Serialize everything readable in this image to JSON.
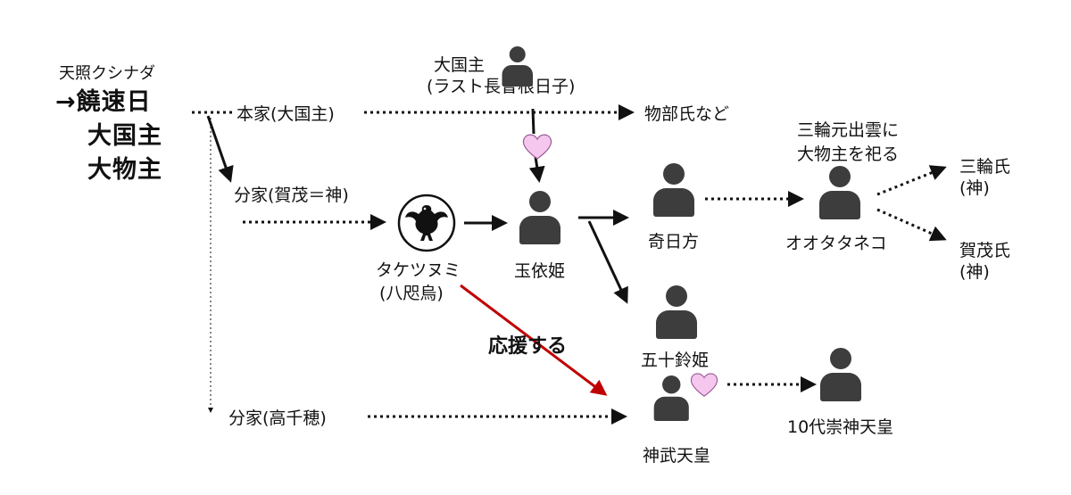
{
  "origin": {
    "line1": "天照クシナダ",
    "line2": "→饒速日",
    "line3": "大国主",
    "line4": "大物主"
  },
  "branches": {
    "main_house": "本家(大国主)",
    "kamo_house": "分家(賀茂＝神)",
    "takachiho_house": "分家(高千穂)",
    "mononobe": "物部氏など"
  },
  "people": {
    "okuninushi_name": "大国主",
    "okuninushi_alias": "(ラスト長曽根日子)",
    "yatagarasu_name": "タケツヌミ",
    "yatagarasu_alias": "(八咫烏)",
    "tamayorihime": "玉依姫",
    "kuhikata": "奇日方",
    "isuzuhime": "五十鈴姫",
    "jimmu": "神武天皇",
    "sujin": "10代崇神天皇",
    "otataneko": "オオタタネコ",
    "miwa_note_1": "三輪元出雲に",
    "miwa_note_2": "大物主を祀る"
  },
  "clans": {
    "miwa": "三輪氏",
    "miwa_sub": "(神)",
    "kamo": "賀茂氏",
    "kamo_sub": "(神)"
  },
  "annotations": {
    "support": "応援する"
  },
  "colors": {
    "heart": "#f5c6ee",
    "heart_stroke": "#9a5a94",
    "support_arrow": "#c00000",
    "person": "#3d3d3d"
  },
  "icons": [
    "person-icon",
    "heart-icon",
    "crow-crest-icon",
    "arrow-icon"
  ]
}
